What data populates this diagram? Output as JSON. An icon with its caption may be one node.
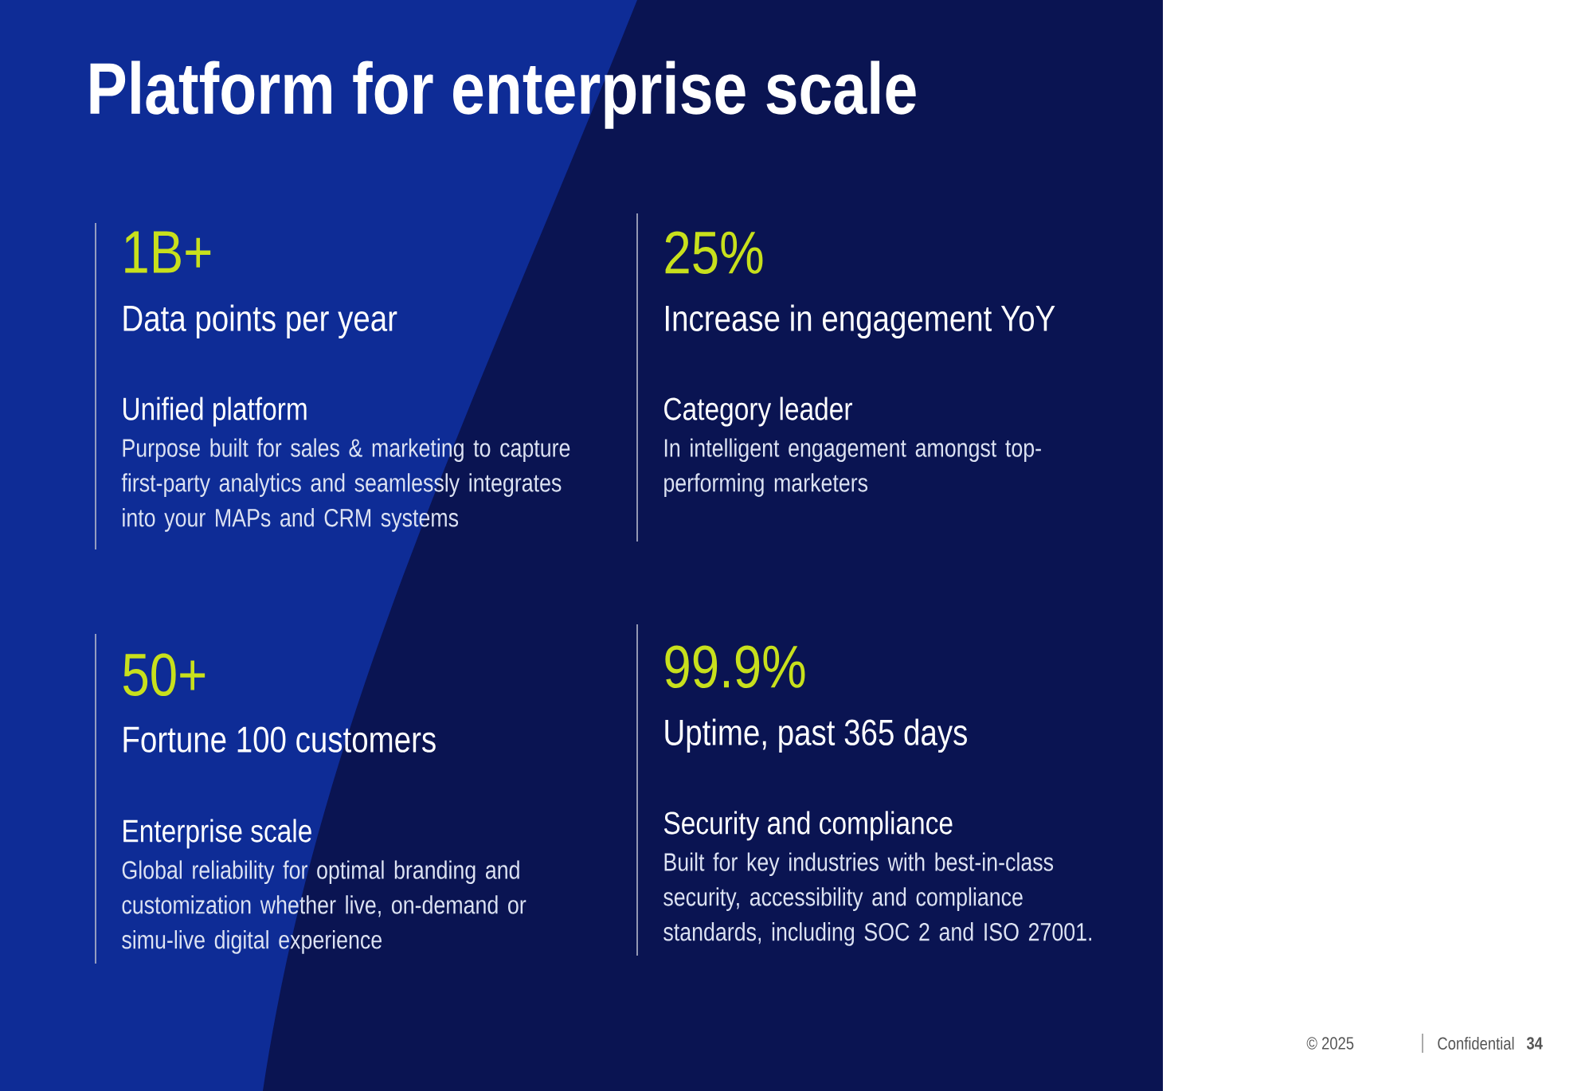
{
  "diagram": {
    "title": "Platform for enterprise scale",
    "labels": [
      "1B+",
      "Data points per year",
      "Unified platform",
      "Purpose built for sales & marketing to capture first-party analytics and seamlessly integrates into your MAPs and CRM systems",
      "25%",
      "Increase in engagement YoY",
      "Category leader",
      "In intelligent engagement amongst top-performing marketers",
      "50+",
      "Fortune 100 customers",
      "Enterprise scale",
      "Global reliability for optimal branding and customization whether live, on-demand or simu-live digital experience",
      "99.9%",
      "Uptime, past 365 days",
      "Security and compliance",
      "Built for key industries with best-in-class security, accessibility and compliance standards, including SOC 2 and ISO 27001.",
      "© 2025",
      "Confidential",
      "34"
    ]
  }
}
